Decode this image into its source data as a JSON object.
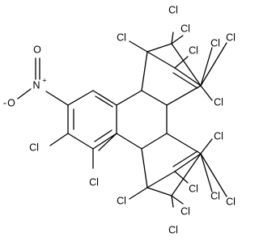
{
  "molecule": {
    "atoms": {
      "cl_top_left": "Cl",
      "cl_top_a": "Cl",
      "cl_top_b": "Cl",
      "cl_top_c": "Cl",
      "cl_top_d": "Cl",
      "cl_top_right": "Cl",
      "cl_top_bridgehead": "Cl",
      "cl_ring_upper": "Cl",
      "cl_ring_lower": "Cl",
      "cl_bot_bridgehead_r": "Cl",
      "cl_bot_left": "Cl",
      "cl_bot_a": "Cl",
      "cl_bot_b": "Cl",
      "cl_bot_c": "Cl",
      "cl_bot_d": "Cl",
      "cl_bot_right": "Cl",
      "nitro_n": "N",
      "nitro_o_plus": "+",
      "nitro_o_top": "O",
      "nitro_o_minus": "O",
      "nitro_minus_sign": "-"
    }
  }
}
